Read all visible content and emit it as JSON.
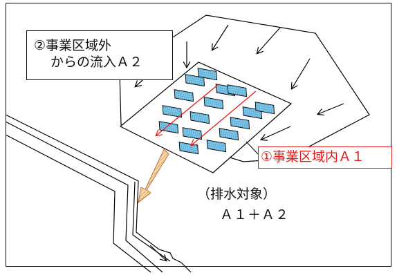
{
  "labels": {
    "outside_area_line1": "②事業区域外",
    "outside_area_line2": "からの流入Ａ２",
    "inside_area": "①事業区域内Ａ１",
    "drainage_target": "（排水対象）",
    "drainage_sum": "Ａ１＋Ａ２"
  },
  "colors": {
    "line": "#000000",
    "inside_area_accent": "#e21b1b",
    "panel_fill": "#7ec6e8",
    "outflow_arrow_fill": "#f2c48a"
  },
  "icons": {
    "solar_panel": "solar-panel-icon",
    "flow_arrow": "arrow-icon"
  }
}
